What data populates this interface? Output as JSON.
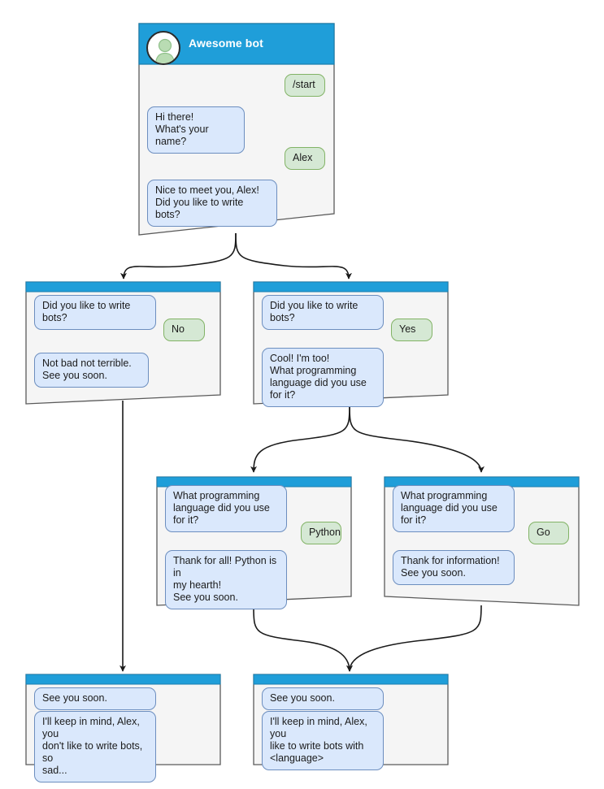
{
  "diagram": {
    "title": "Awesome bot conversation flow",
    "colors": {
      "header_blue": "#1f9ed9",
      "screen_background": "#f5f5f5",
      "node_border": "#5a5a5a",
      "bot_bubble_fill": "#dae8fc",
      "bot_bubble_border": "#6c8ebf",
      "user_bubble_fill": "#d5e8d4",
      "user_bubble_border": "#82b366",
      "edge_stroke": "#1a1a1a",
      "avatar_person": "#b9dcb3",
      "page_background": "#ffffff"
    }
  },
  "nodes": [
    {
      "id": "start",
      "name": "start-screen",
      "header_title": "Awesome bot",
      "has_avatar": true,
      "messages": [
        {
          "side": "user",
          "text": "/start"
        },
        {
          "side": "bot",
          "text": "Hi there!\nWhat's your name?"
        },
        {
          "side": "user",
          "text": "Alex"
        },
        {
          "side": "bot",
          "text": "Nice to meet you, Alex!\nDid you like to write bots?"
        }
      ]
    },
    {
      "id": "answer-no",
      "name": "answer-no-screen",
      "header_title": "",
      "has_avatar": false,
      "messages": [
        {
          "side": "bot",
          "text": "Did you like to write bots?"
        },
        {
          "side": "user",
          "text": "No"
        },
        {
          "side": "bot",
          "text": "Not bad not terrible.\nSee you soon."
        }
      ]
    },
    {
      "id": "answer-yes",
      "name": "answer-yes-screen",
      "header_title": "",
      "has_avatar": false,
      "messages": [
        {
          "side": "bot",
          "text": "Did you like to write bots?"
        },
        {
          "side": "user",
          "text": "Yes"
        },
        {
          "side": "bot",
          "text": "Cool! I'm too!\nWhat programming\nlanguage did you use for it?"
        }
      ]
    },
    {
      "id": "lang-python",
      "name": "language-python-screen",
      "header_title": "",
      "has_avatar": false,
      "messages": [
        {
          "side": "bot",
          "text": "What programming\nlanguage did you use for it?"
        },
        {
          "side": "user",
          "text": "Python"
        },
        {
          "side": "bot",
          "text": "Thank for all! Python is in\nmy hearth!\nSee you soon."
        }
      ]
    },
    {
      "id": "lang-go",
      "name": "language-go-screen",
      "header_title": "",
      "has_avatar": false,
      "messages": [
        {
          "side": "bot",
          "text": "What programming\nlanguage did you use for it?"
        },
        {
          "side": "user",
          "text": "Go"
        },
        {
          "side": "bot",
          "text": "Thank for information!\nSee you soon."
        }
      ]
    },
    {
      "id": "end-no",
      "name": "farewell-no-screen",
      "header_title": "",
      "has_avatar": false,
      "messages": [
        {
          "side": "bot",
          "text": "See you soon."
        },
        {
          "side": "bot",
          "text": "I'll keep in mind, Alex, you\ndon't like to write bots, so\nsad..."
        }
      ]
    },
    {
      "id": "end-yes",
      "name": "farewell-yes-screen",
      "header_title": "",
      "has_avatar": false,
      "messages": [
        {
          "side": "bot",
          "text": "See you soon."
        },
        {
          "side": "bot",
          "text": "I'll keep in mind, Alex, you\nlike to write bots with\n<language>"
        }
      ]
    }
  ],
  "edges": [
    {
      "from": "start",
      "to": "answer-no",
      "name": "edge-start-to-no"
    },
    {
      "from": "start",
      "to": "answer-yes",
      "name": "edge-start-to-yes"
    },
    {
      "from": "answer-no",
      "to": "end-no",
      "name": "edge-no-to-farewell"
    },
    {
      "from": "answer-yes",
      "to": "lang-python",
      "name": "edge-yes-to-python"
    },
    {
      "from": "answer-yes",
      "to": "lang-go",
      "name": "edge-yes-to-go"
    },
    {
      "from": "lang-python",
      "to": "end-yes",
      "name": "edge-python-to-farewell"
    },
    {
      "from": "lang-go",
      "to": "end-yes",
      "name": "edge-go-to-farewell"
    }
  ]
}
